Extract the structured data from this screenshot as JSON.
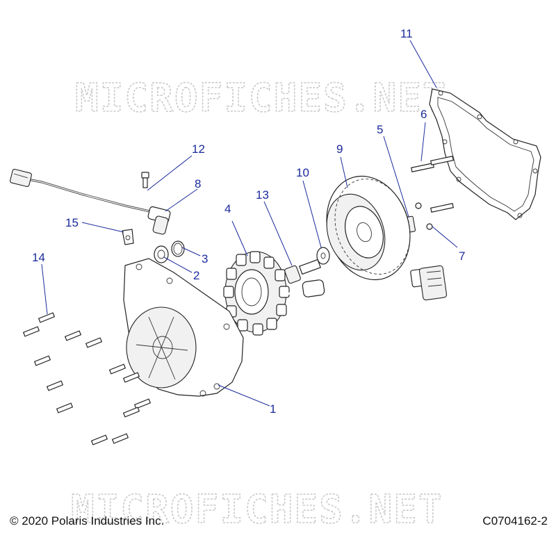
{
  "watermarks": [
    "MICROFICHES.NET",
    "MICROFICHES.NET"
  ],
  "callouts": [
    "1",
    "2",
    "3",
    "4",
    "5",
    "6",
    "7",
    "8",
    "9",
    "10",
    "11",
    "12",
    "13",
    "14",
    "15"
  ],
  "footer": {
    "copyright": "© 2020 Polaris Industries Inc.",
    "drawing_id": "C0704162-2"
  },
  "colors": {
    "callout": "#1a2a9c",
    "line_art": "#222222",
    "watermark": "#c9c9c9"
  }
}
